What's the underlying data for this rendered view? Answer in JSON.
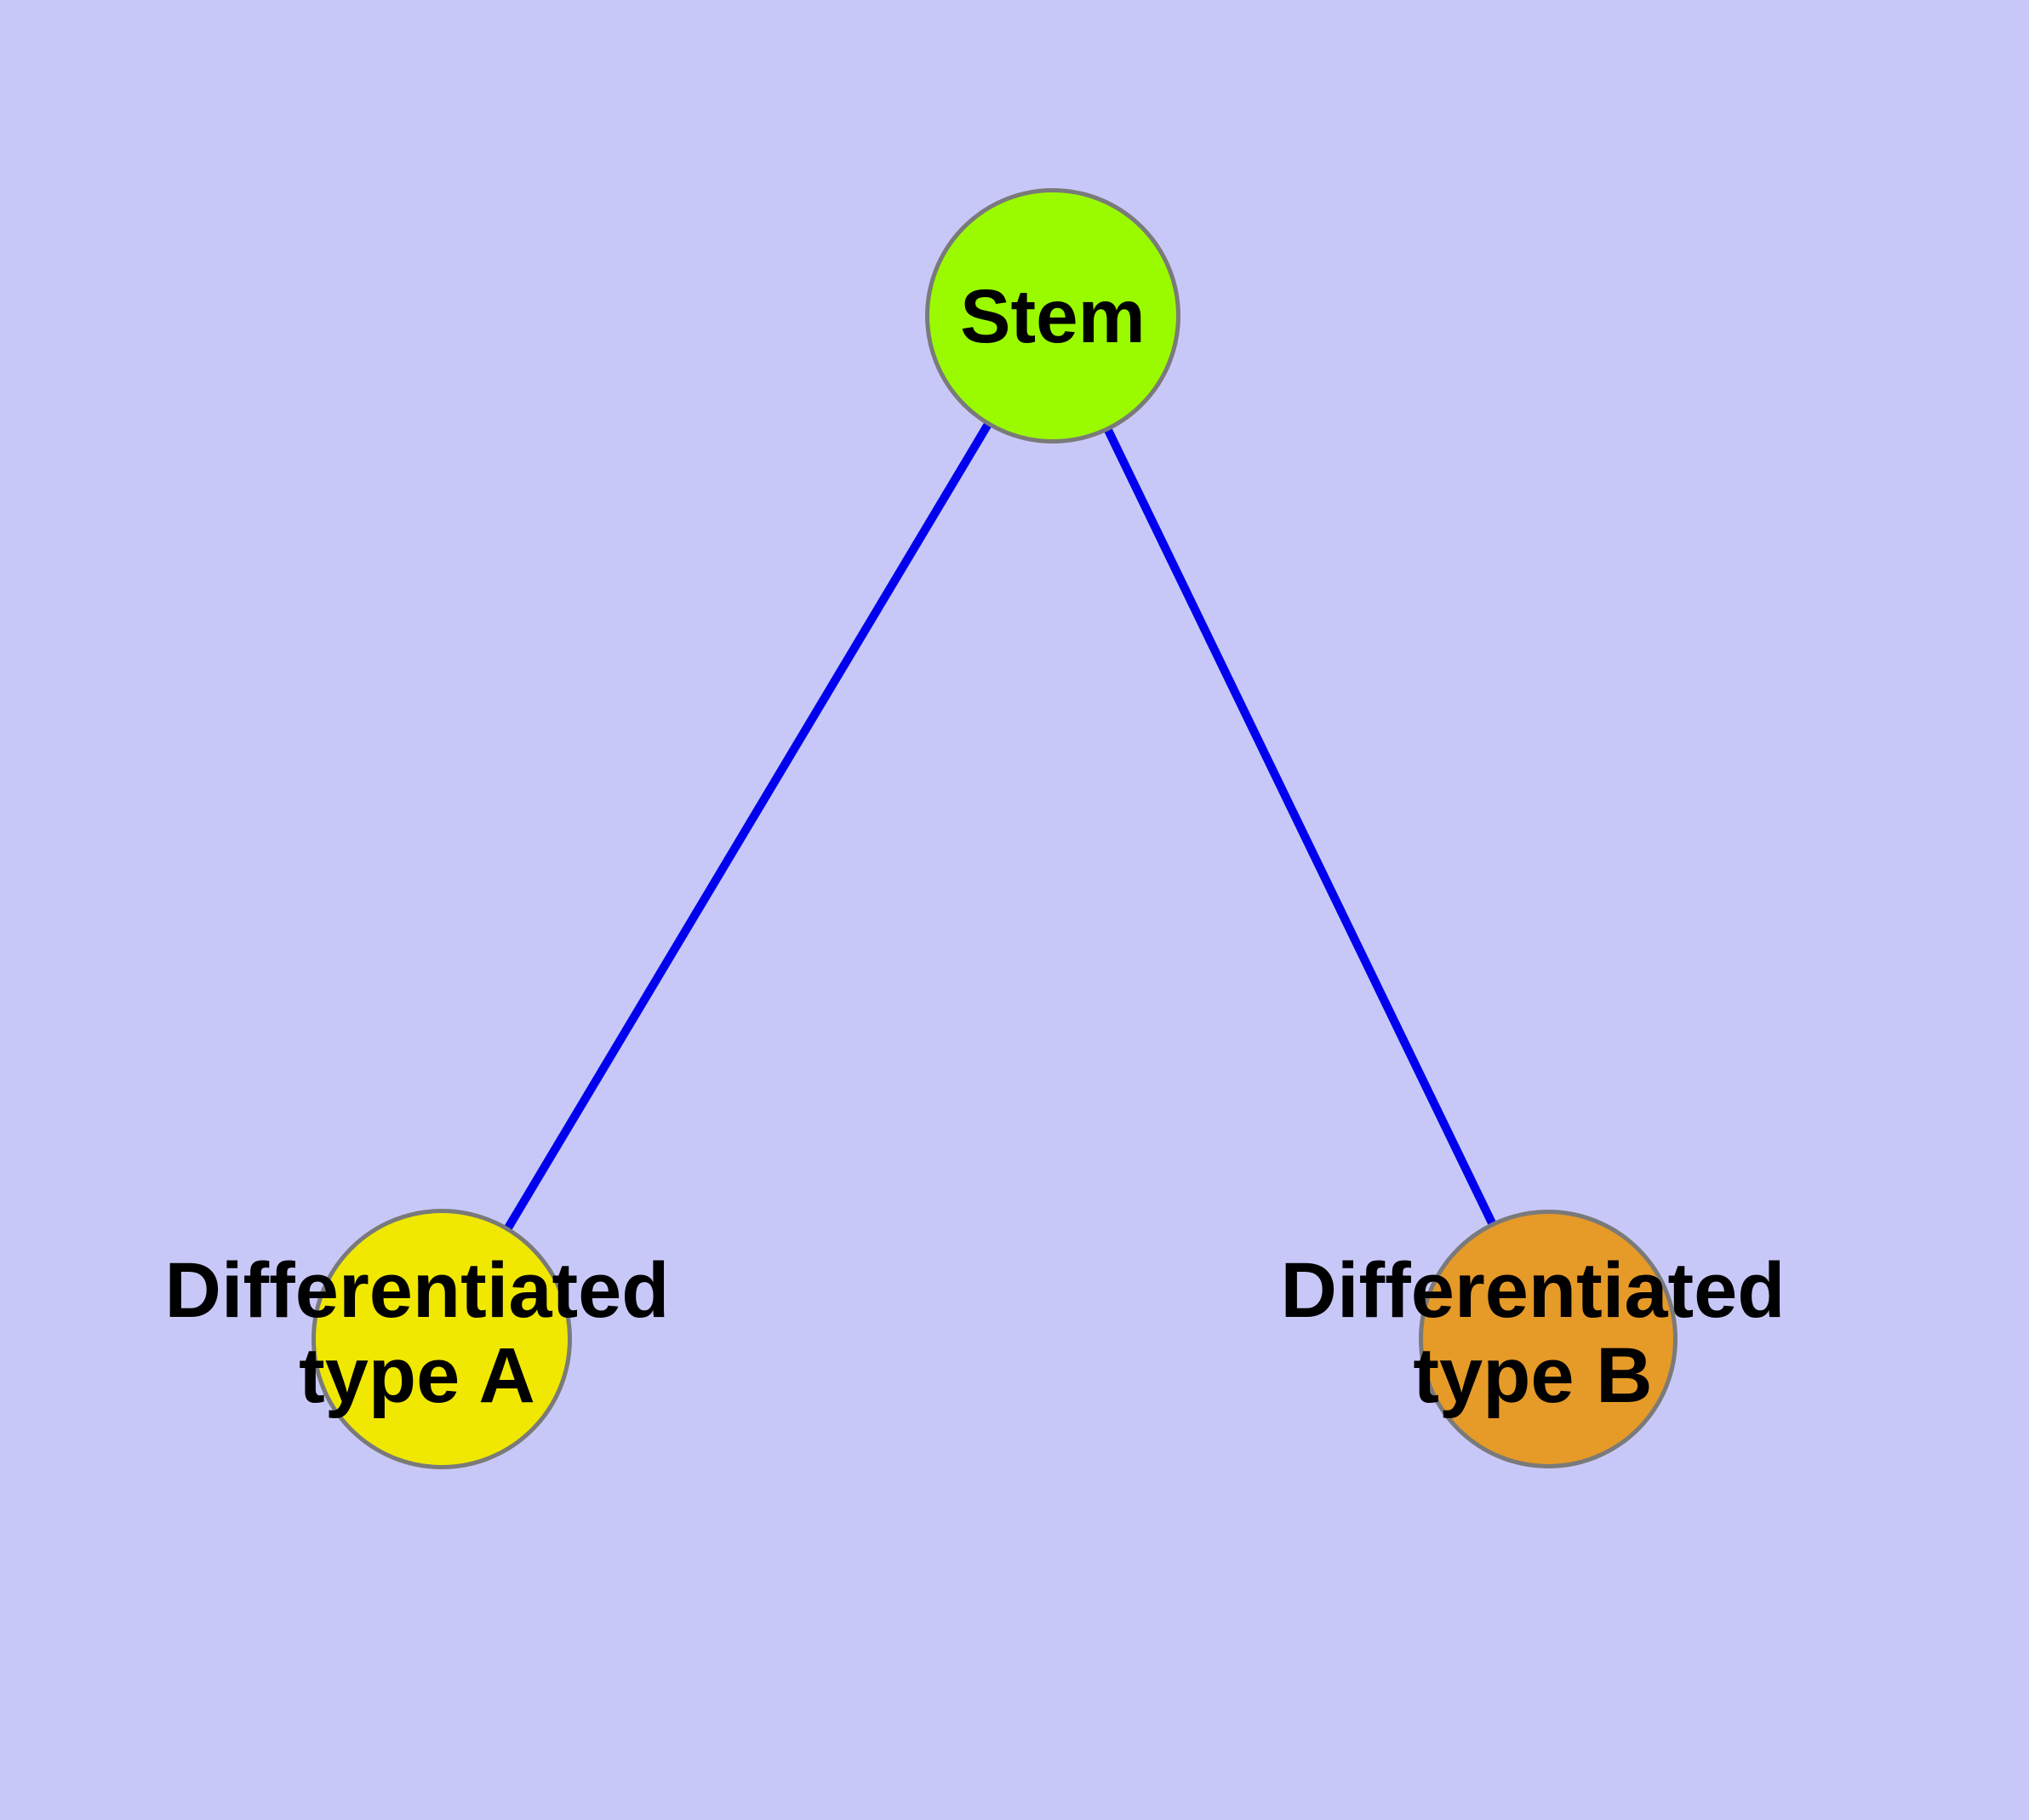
{
  "diagram": {
    "background_color": "#c8c8f8",
    "edge_color": "#0000ee",
    "node_border_color": "#7a7a7a",
    "text_color": "#000000",
    "nodes": [
      {
        "id": "stem",
        "label": "Stem",
        "fill_color": "#9afb00",
        "shape": "circle"
      },
      {
        "id": "typeA",
        "label_lines": [
          "Differentiated",
          "type A"
        ],
        "fill_color": "#f0e800",
        "shape": "circle"
      },
      {
        "id": "typeB",
        "label_lines": [
          "Differentiated",
          "type B"
        ],
        "fill_color": "#e69a28",
        "shape": "circle"
      }
    ],
    "edges": [
      {
        "from": "stem",
        "to": "typeA"
      },
      {
        "from": "stem",
        "to": "typeB"
      }
    ]
  }
}
